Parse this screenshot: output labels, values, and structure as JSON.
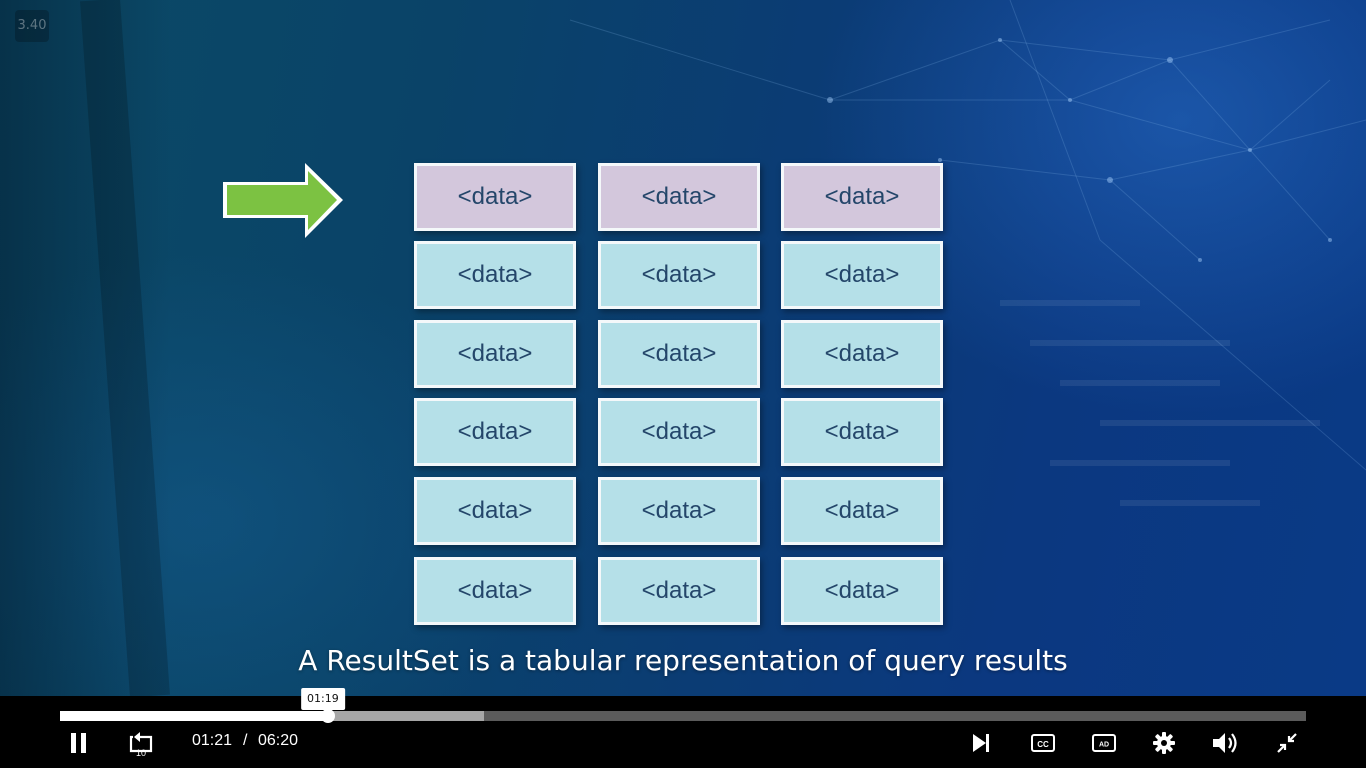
{
  "badge": {
    "label": "3.40"
  },
  "slide": {
    "header_cells": [
      "<data>",
      "<data>",
      "<data>"
    ],
    "body_rows": [
      [
        "<data>",
        "<data>",
        "<data>"
      ],
      [
        "<data>",
        "<data>",
        "<data>"
      ],
      [
        "<data>",
        "<data>",
        "<data>"
      ],
      [
        "<data>",
        "<data>",
        "<data>"
      ],
      [
        "<data>",
        "<data>",
        "<data>"
      ]
    ],
    "caption": "A ResultSet is a tabular representation of query results",
    "arrow_color": "#7cc242",
    "header_color": "#d3c7dc",
    "body_color": "#b5e0e8"
  },
  "player": {
    "current_time": "01:21",
    "separator": "/",
    "duration": "06:20",
    "hover_time": "01:19",
    "progress": {
      "played_fraction": 0.215,
      "buffered_fraction": 0.34,
      "hover_fraction": 0.211
    },
    "icons": {
      "play_pause": "pause-icon",
      "rewind": "rewind-10-icon",
      "rewind_label": "10",
      "next": "skip-next-icon",
      "captions": "closed-captions-icon",
      "captions_label": "CC",
      "audio_description": "audio-description-icon",
      "audio_description_label": "AD",
      "settings": "gear-icon",
      "volume": "volume-icon",
      "fullscreen": "exit-fullscreen-icon"
    }
  }
}
